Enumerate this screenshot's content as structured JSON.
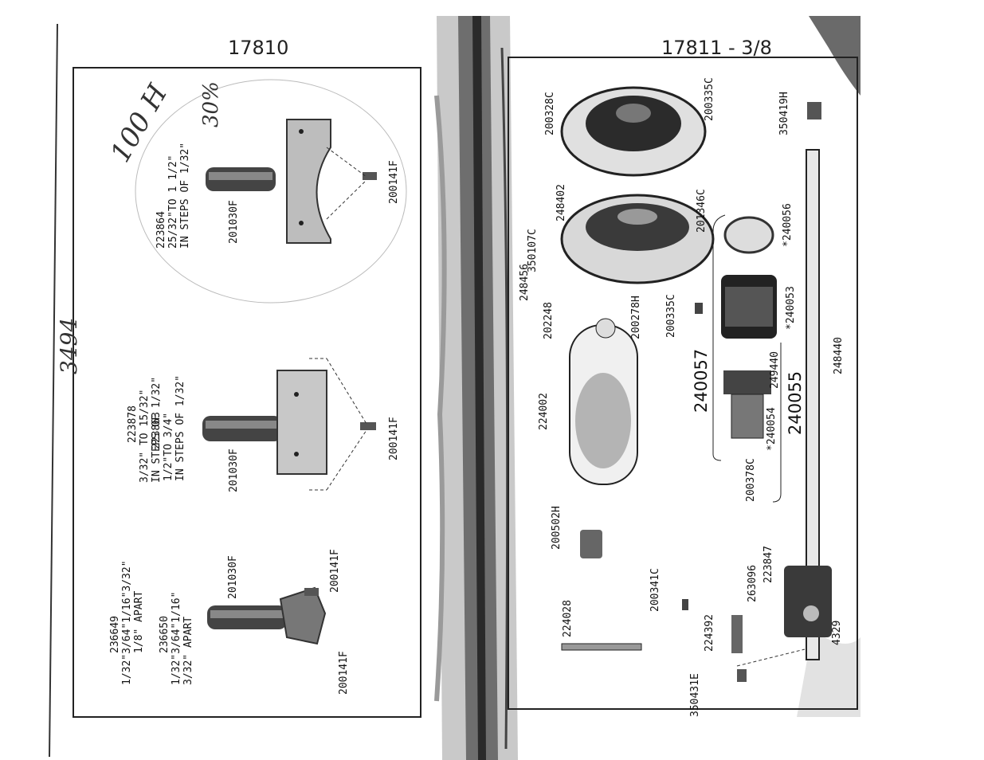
{
  "left_plate": {
    "title": "17810",
    "handwriting": {
      "corner": "100 H",
      "side": "3494",
      "top": "30%"
    },
    "groups": {
      "top": {
        "part": "223864",
        "lines": [
          "25/32\"TO 1 1/2\"",
          "IN STEPS OF 1/32\""
        ],
        "callouts": {
          "stud": "201030F",
          "screw": "200141F"
        }
      },
      "middle": {
        "part_a": "223878",
        "a_lines": [
          "3/32\" TO 15/32\"",
          "IN STEPS OF 1/32\""
        ],
        "part_b": "223863",
        "b_lines": [
          "1/2\"TO 3/4\"",
          "IN STEPS OF 1/32\""
        ],
        "callouts": {
          "stud": "201030F",
          "screw": "200141F"
        }
      },
      "bottom": {
        "part_a": "236649",
        "a_lines": [
          "1/32\"3/64\"1/16\"3/32\"",
          "1/8\" APART"
        ],
        "part_b": "236650",
        "b_lines": [
          "1/32\"3/64\"1/16\"",
          "3/32\" APART"
        ],
        "callouts": {
          "stud": "201030F",
          "screw_top": "200141F",
          "screw_bottom": "200141F"
        }
      }
    }
  },
  "right_plate": {
    "title": "17811 - 3/8",
    "callouts": {
      "c200328C": "200328C",
      "c200335C_top": "200335C",
      "c350419H": "350419H",
      "c248402": "248402",
      "c350107C": "350107C",
      "c201346C": "201346C",
      "c248456": "248456",
      "c240056": "*240056",
      "c202248": "202248",
      "c200278H": "200278H",
      "c200335C_mid": "200335C",
      "c240053": "*240053",
      "c224002": "224002",
      "c249440": "249440",
      "c240057": "240057",
      "c240054": "*240054",
      "c240055": "240055",
      "c248440": "248440",
      "c200378C": "200378C",
      "c200502H": "200502H",
      "c223847": "223847",
      "c263096": "263096",
      "c200341C": "200341C",
      "c224028": "224028",
      "c224392": "224392",
      "c350431E": "350431E",
      "c4329": "4329"
    }
  },
  "colors": {
    "ink": "#1a1a1a",
    "paper": "#ffffff",
    "grime": "#8a8a8a",
    "part_dark": "#2b2b2b"
  }
}
